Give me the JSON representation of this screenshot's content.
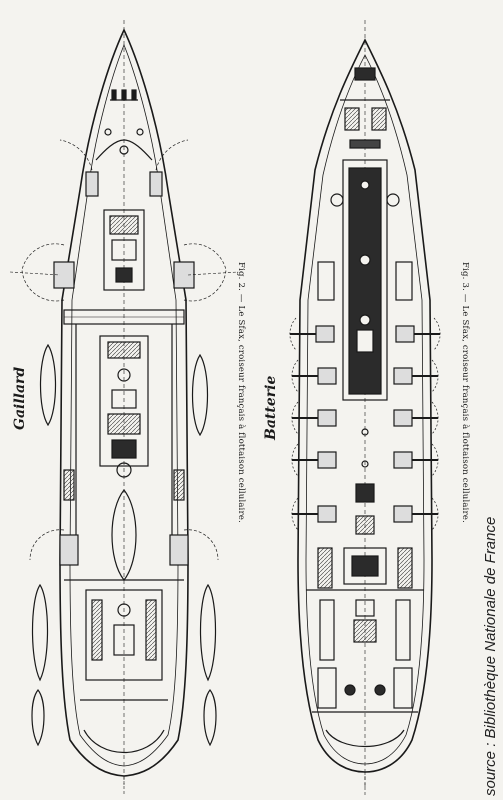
{
  "fig2": {
    "caption": "Fig. 2. — Le Sfax, croiseur français à flottaison cellulaire.",
    "deck_label": "Gaillard"
  },
  "fig3": {
    "caption": "Fig. 3. — Le Sfax, croiseur français à flottaison cellulaire.",
    "deck_label": "Batterie"
  },
  "source_credit": "source : Bibliothèque Nationale de France",
  "colors": {
    "ink": "#1a1a1a",
    "paper": "#f4f3ef",
    "dark_fill": "#2b2b2b"
  }
}
